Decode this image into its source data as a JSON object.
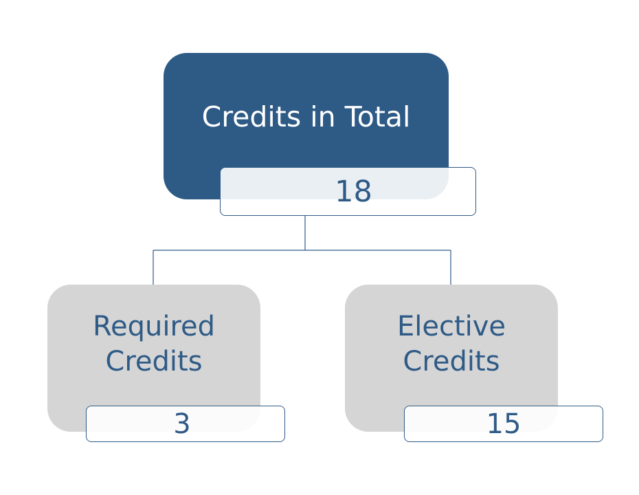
{
  "diagram": {
    "root": {
      "label": "Credits in Total",
      "value": "18"
    },
    "children": [
      {
        "label_lines": [
          "Required",
          "Credits"
        ],
        "value": "3"
      },
      {
        "label_lines": [
          "Elective",
          "Credits"
        ],
        "value": "15"
      }
    ]
  },
  "colors": {
    "root_fill": "#2e5a86",
    "child_fill": "#d5d5d5",
    "text_dark": "#2e5a86",
    "connector": "#2e5a86"
  }
}
